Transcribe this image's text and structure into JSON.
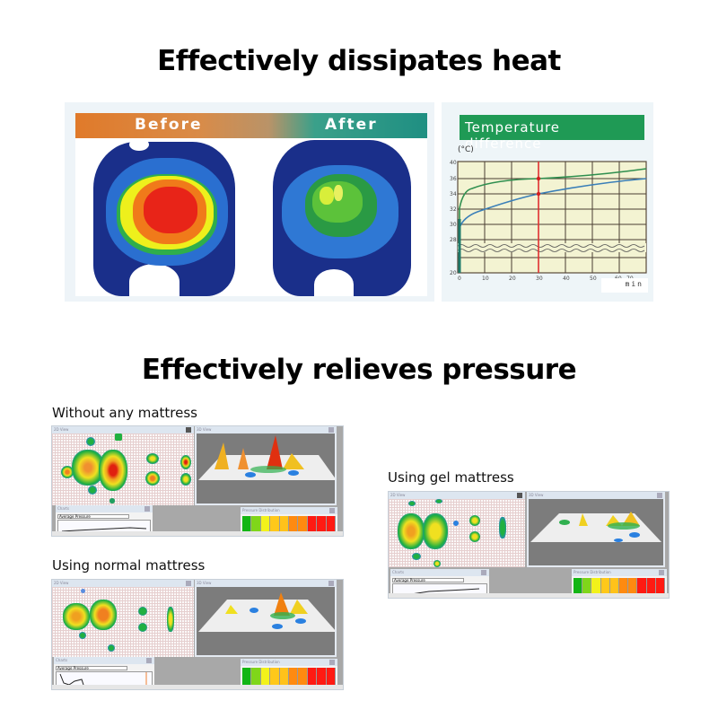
{
  "heat_section": {
    "heading": "Effectively dissipates heat",
    "before_label": "Before",
    "after_label": "After",
    "temperature_panel": {
      "title": "Temperature difference",
      "unit_label": "(°C)",
      "x_unit": "min"
    }
  },
  "chart_data": {
    "type": "line",
    "title": "Temperature difference",
    "xlabel": "min",
    "ylabel": "(°C)",
    "x_ticks": [
      0,
      10,
      20,
      30,
      40,
      50,
      60,
      70
    ],
    "y_ticks": [
      20,
      28,
      30,
      32,
      34,
      36,
      40
    ],
    "y_axis_break": "between 20 and 28",
    "xlim": [
      0,
      75
    ],
    "ylim": [
      20,
      40
    ],
    "grid": true,
    "annotations": [
      {
        "type": "vertical-line",
        "x": 30,
        "color": "#e03030"
      }
    ],
    "series": [
      {
        "name": "green-curve",
        "color": "#2f8f4f",
        "x": [
          0,
          1,
          5,
          10,
          20,
          30,
          40,
          50,
          60,
          75
        ],
        "values": [
          20,
          32,
          34,
          35,
          35.8,
          36,
          36.3,
          36.6,
          36.9,
          37.2
        ]
      },
      {
        "name": "blue-curve",
        "color": "#3a7fb8",
        "x": [
          0,
          1,
          5,
          10,
          20,
          30,
          40,
          50,
          60,
          75
        ],
        "values": [
          20,
          29,
          31,
          32,
          33.2,
          34,
          34.6,
          35.2,
          35.6,
          36
        ]
      }
    ]
  },
  "pressure_section": {
    "heading": "Effectively relieves pressure",
    "panels": [
      {
        "caption": "Without any mattress",
        "view2d_title": "2D View",
        "view3d_title": "3D View",
        "charts_title": "Charts",
        "chart_select": "Average Pressure",
        "distribution_title": "Pressure Distribution"
      },
      {
        "caption": "Using normal mattress",
        "view2d_title": "2D View",
        "view3d_title": "3D View",
        "charts_title": "Charts",
        "chart_select": "Average Pressure",
        "distribution_title": "Pressure Distribution"
      },
      {
        "caption": "Using gel mattress",
        "view2d_title": "2D View",
        "view3d_title": "3D View",
        "charts_title": "Charts",
        "chart_select": "Average Pressure",
        "distribution_title": "Pressure Distribution"
      }
    ],
    "distribution_colors": [
      "#12b514",
      "#7fd61a",
      "#f2f21a",
      "#ffc81a",
      "#ffc21a",
      "#ff8a10",
      "#ff8a10",
      "#ff1a12",
      "#ff1a12",
      "#ff1a12"
    ]
  }
}
